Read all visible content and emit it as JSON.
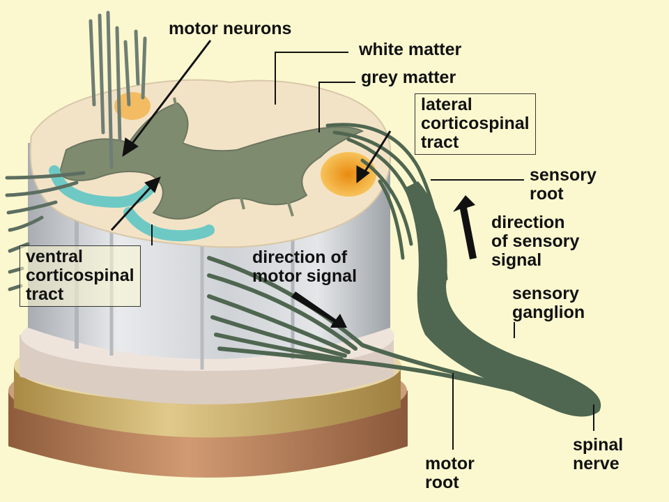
{
  "labels": {
    "motor_neurons": "motor neurons",
    "white_matter": "white matter",
    "grey_matter": "grey matter",
    "lateral_corticospinal_tract": "lateral\ncorticospinal\ntract",
    "sensory_root": "sensory\nroot",
    "direction_of_sensory_signal": "direction\nof sensory\nsignal",
    "ventral_corticospinal_tract": "ventral\ncorticospinal\ntract",
    "direction_of_motor_signal": "direction of\nmotor signal",
    "sensory_ganglion": "sensory\nganglion",
    "spinal_nerve": "spinal\nnerve",
    "motor_root": "motor\nroot"
  },
  "colors": {
    "background": "#fbf8cf",
    "white_matter": "#f3e3c6",
    "grey_matter": "#7f8b6f",
    "nerve": "#4f6650",
    "lateral_tract": "#f0a523",
    "ventral_tract": "#6ec9c5",
    "column_shell": "#c9ccd0",
    "gold_band": "#c9ad63",
    "bronze_band": "#b9825c"
  }
}
